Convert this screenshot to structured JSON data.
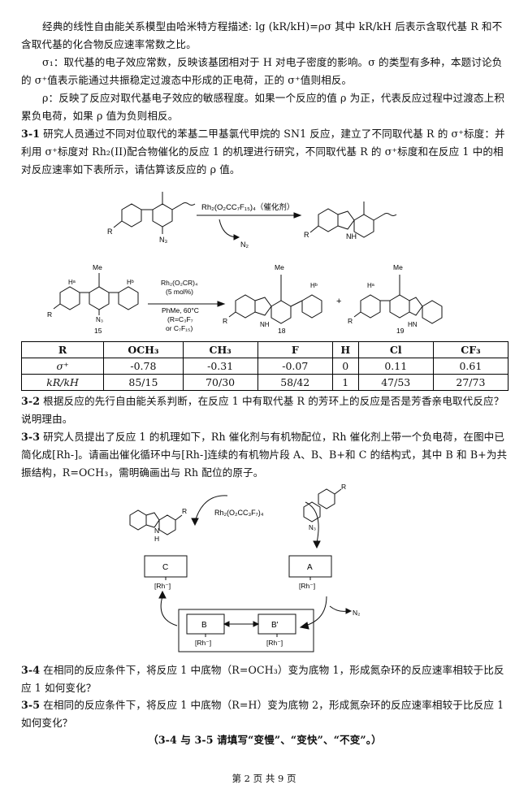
{
  "intro": {
    "line1": "经典的线性自由能关系模型由哈米特方程描述: lg (kR/kH)=ρσ 其中 kR/kH 后表示含取代基 R 和不含取代基的化合物反应速率常数之比。",
    "sigma": "σ₁：取代基的电子效应常数，反映该基团相对于 H 对电子密度的影响。σ 的类型有多种，本题讨论负的 σ⁺值表示能通过共振稳定过渡态中形成的正电荷，正的 σ⁺值则相反。",
    "rho": "ρ：反映了反应对取代基电子效应的敏感程度。如果一个反应的值 ρ 为正，代表反应过程中过渡态上积累负电荷，如果 ρ 值为负则相反。"
  },
  "q31": {
    "num": "3-1",
    "text": "研究人员通过不同对位取代的苯基二甲基氯代甲烷的 SN1 反应，建立了不同取代基 R 的 σ⁺标度：并利用 σ⁺标度对 Rh₂(II)配合物催化的反应 1 的机理进行研究，不同取代基 R 的 σ⁺标度和在反应 1 中的相对反应速率如下表所示，请估算该反应的 ρ 值。"
  },
  "scheme1": {
    "reagent": "Rh₂(O₂CC₇F₁₅)₄（催化剂）",
    "byproduct": "N₂",
    "r_label": "R",
    "n3_label": "N₃",
    "nh_label": "NH"
  },
  "scheme2": {
    "me": "Me",
    "ha": "Hᵃ",
    "hb": "Hᵇ",
    "cond1": "Rh₂(O₂CR)₄",
    "cond2": "(5 mol%)",
    "cond3": "PhMe, 60°C",
    "cond4": "(R=C₃F₇",
    "cond5": "or C₇F₁₅)",
    "n15": "15",
    "n18": "18",
    "n19": "19",
    "plus": "+",
    "r": "R",
    "n3": "N₃",
    "nh": "NH",
    "hn": "HN"
  },
  "table": {
    "headers": [
      "R",
      "OCH₃",
      "CH₃",
      "F",
      "H",
      "Cl",
      "CF₃"
    ],
    "rows": [
      [
        "σ⁺",
        "-0.78",
        "-0.31",
        "-0.07",
        "0",
        "0.11",
        "0.61"
      ],
      [
        "kR/kH",
        "85/15",
        "70/30",
        "58/42",
        "1",
        "47/53",
        "27/73"
      ]
    ]
  },
  "q32": {
    "num": "3-2",
    "text": "根据反应的先行自由能关系判断，在反应 1 中有取代基 R 的芳环上的反应是否是芳香亲电取代反应？说明理由。"
  },
  "q33": {
    "num": "3-3",
    "text": "研究人员提出了反应 1 的机理如下，Rh 催化剂与有机物配位，Rh 催化剂上带一个负电荷，在图中已简化成[Rh-]。请画出催化循环中与[Rh-]连续的有机物片段 A、B、B+和 C 的结构式，其中 B 和 B+为共振结构，R=OCH₃，需明确画出与 Rh 配位的原子。"
  },
  "cycle": {
    "catalyst": "Rh₂(O₂CC₃F₇)₄",
    "box_a": "A",
    "box_b": "B",
    "box_bp": "B'",
    "box_c": "C",
    "rh": "[Rh⁻]",
    "n2": "N₂",
    "r": "R",
    "n3": "N₃",
    "h": "H",
    "n": "N"
  },
  "q34": {
    "num": "3-4",
    "text": "在相同的反应条件下，将反应 1 中底物（R=OCH₃）变为底物 1，形成氮杂环的反应速率相较于比反应 1 如何变化？"
  },
  "q35": {
    "num": "3-5",
    "text": "在相同的反应条件下，将反应 1 中底物（R=H）变为底物 2，形成氮杂环的反应速率相较于比反应 1 如何变化？"
  },
  "note": "（3-4 与 3-5 请填写“变慢”、“变快”、“不变”。）",
  "footer": "第 2 页 共 9 页"
}
